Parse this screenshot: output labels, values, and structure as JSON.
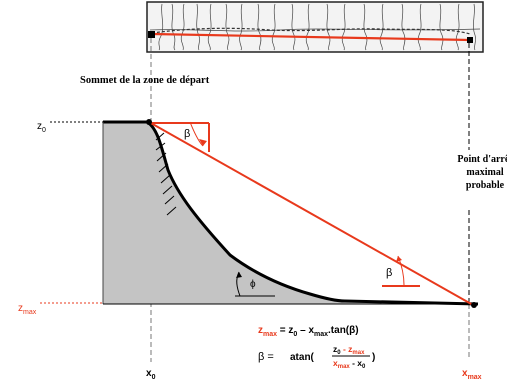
{
  "labels": {
    "start_zone_top": "Sommet de la zone de départ",
    "stop_point_line1": "Point d'arrêt",
    "stop_point_line2": "maximal",
    "stop_point_line3": "probable",
    "z0": "z",
    "z0_sub": "0",
    "zmax": "z",
    "zmax_sub": "max",
    "x0": "x",
    "x0_sub": "0",
    "xmax": "x",
    "xmax_sub": "max",
    "beta": "β",
    "phi": "ϕ"
  },
  "formula1": {
    "lhs": "z",
    "lhs_sub": "max",
    "eq": " = z",
    "z0_sub": "0",
    "minus": " – x",
    "xmax_sub": "max",
    "tail": ".tan(β)"
  },
  "formula2": {
    "lhs": "β =",
    "func": "atan(",
    "num_a": "z",
    "num_a_sub": "0",
    "num_b": " - z",
    "num_b_sub": "max",
    "den_a": "x",
    "den_a_sub": "max",
    "den_b": " - x",
    "den_b_sub": "0",
    "close": ")"
  },
  "colors": {
    "accent": "#e8391c",
    "terrain_fill": "#c4c4c4",
    "line": "#000000",
    "dashed": "#777777"
  }
}
